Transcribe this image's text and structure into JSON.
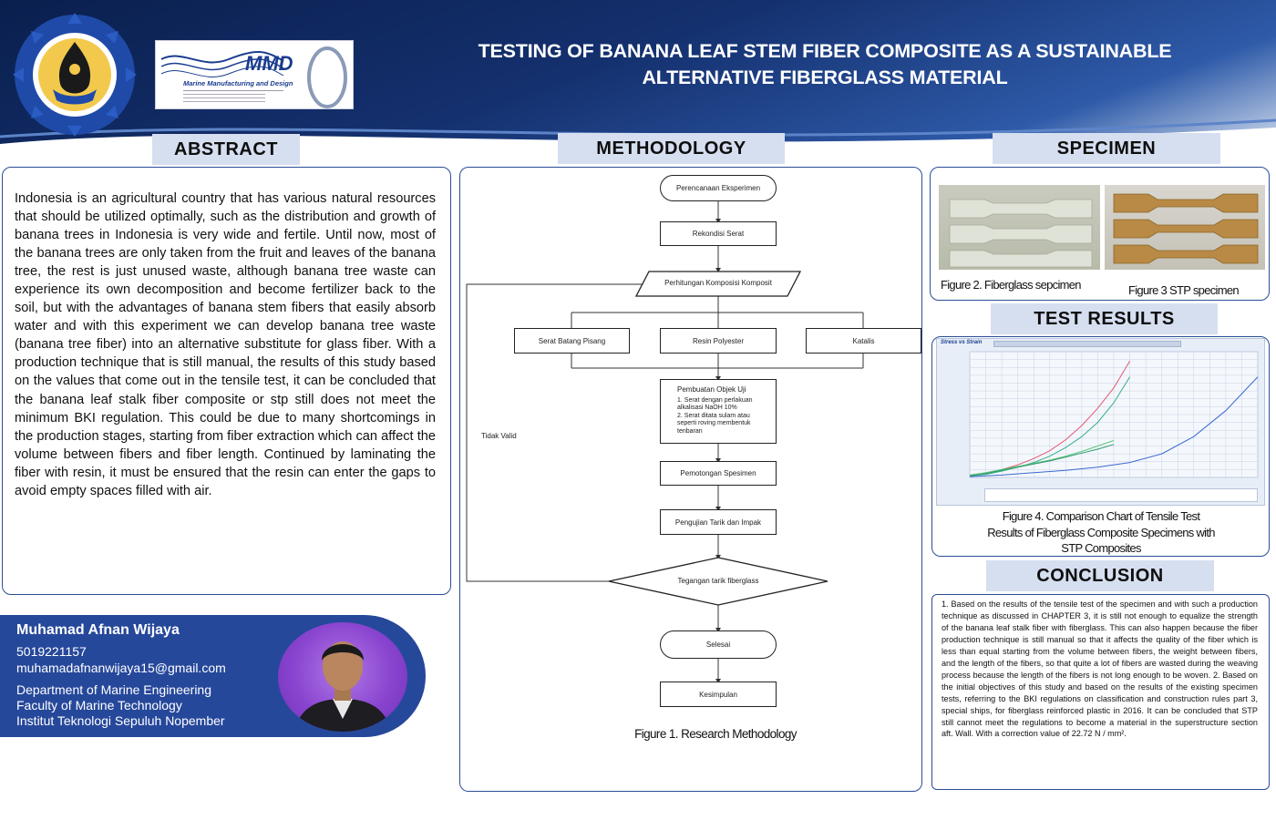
{
  "header": {
    "title_line1": "TESTING OF BANANA LEAF STEM FIBER COMPOSITE AS A SUSTAINABLE",
    "title_line2": "ALTERNATIVE FIBERGLASS MATERIAL",
    "mmd_logo_text": "MMD",
    "mmd_logo_subtitle": "Marine Manufacturing and Design"
  },
  "sections": {
    "abstract": "ABSTRACT",
    "methodology": "METHODOLOGY",
    "specimen": "SPECIMEN",
    "test_results": "TEST RESULTS",
    "conclusion": "CONCLUSION"
  },
  "abstract_text": "Indonesia is an agricultural country that has various natural resources that should be utilized optimally, such as the distribution and growth of banana trees in Indonesia is very wide and fertile. Until now, most of the banana trees are only taken from the fruit and leaves of the banana tree, the rest is just unused waste, although banana tree waste can experience its own decomposition and become fertilizer back to the soil, but with the advantages of banana stem fibers that easily absorb water and with this experiment we can develop banana tree waste (banana tree fiber) into an alternative substitute for glass fiber. With a production technique that is still manual, the results of this study based on the values that come out in the tensile test, it can be concluded that the banana leaf stalk fiber composite or stp still does not meet the minimum BKI regulation. This could be due to many shortcomings in the production stages, starting from fiber extraction which can affect the volume between fibers and fiber length. Continued by laminating the fiber with resin, it must be ensured that the resin can enter the gaps to avoid empty spaces filled with air.",
  "author": {
    "name": "Muhamad Afnan Wijaya",
    "id": "5019221157",
    "email": "muhamadafnanwijaya15@gmail.com",
    "department": "Department of Marine Engineering",
    "faculty": "Faculty of Marine Technology",
    "institute": "Institut Teknologi Sepuluh Nopember"
  },
  "flowchart": {
    "start": "Perencanaan Eksperimen",
    "step1": "Rekondisi Serat",
    "step2": "Perhitungan Komposisi Komposit",
    "branch_a": "Serat Batang Pisang",
    "branch_b": "Resin Polyester",
    "branch_c": "Katalis",
    "step3_title": "Pembuatan Objek Uji",
    "step3_item1": "1. Serat dengan perlakuan alkalisasi NaOH 10%",
    "step3_item2": "2. Serat ditata sulam atau seperti roving membentuk tenbaran",
    "step4": "Pemotongan Spesimen",
    "step5": "Pengujian Tarik dan Impak",
    "decision": "Tegangan tarik fiberglass",
    "loop_label": "Tidak Valid",
    "end": "Selesai",
    "final": "Kesimpulan",
    "caption": "Figure 1. Research Methodology"
  },
  "specimen": {
    "caption_fiberglass": "Figure 2. Fiberglass sepcimen",
    "caption_stp": "Figure 3 STP specimen"
  },
  "test_results": {
    "chart_title": "Stress vs Strain",
    "caption_line1": "Figure 4. Comparison Chart of Tensile Test",
    "caption_line2": "Results of Fiberglass Composite Specimens with",
    "caption_line3": "STP Composites"
  },
  "chart_data": {
    "type": "line",
    "title": "Stress vs Strain",
    "xlabel": "",
    "ylabel": "",
    "xlim": [
      0,
      18
    ],
    "ylim": [
      0,
      160
    ],
    "grid": true,
    "series": [
      {
        "color": "#e05a70",
        "x": [
          0,
          1,
          2,
          3,
          4,
          5,
          6,
          7,
          8,
          9,
          10
        ],
        "values": [
          2,
          5,
          10,
          16,
          24,
          34,
          48,
          66,
          88,
          114,
          148
        ]
      },
      {
        "color": "#35b08a",
        "x": [
          0,
          1,
          2,
          3,
          4,
          5,
          6,
          7,
          8,
          9,
          10
        ],
        "values": [
          2,
          4,
          8,
          13,
          19,
          27,
          38,
          52,
          70,
          95,
          128
        ]
      },
      {
        "color": "#5bc47a",
        "x": [
          0,
          1,
          2,
          3,
          4,
          5,
          6,
          7,
          8,
          9
        ],
        "values": [
          3,
          6,
          10,
          14,
          18,
          22,
          27,
          33,
          40,
          47
        ]
      },
      {
        "color": "#2e9a6a",
        "x": [
          0,
          1,
          2,
          3,
          4,
          5,
          6,
          7,
          8,
          9
        ],
        "values": [
          2,
          5,
          9,
          13,
          17,
          21,
          26,
          31,
          36,
          42
        ]
      },
      {
        "color": "#3a6ad0",
        "x": [
          0,
          2,
          4,
          6,
          8,
          10,
          12,
          14,
          16,
          18
        ],
        "values": [
          1,
          3,
          6,
          9,
          13,
          19,
          30,
          52,
          85,
          128
        ]
      }
    ]
  },
  "conclusion_text": "1. Based on the results of the tensile test of the specimen and with such a production technique as discussed in CHAPTER 3, it is still not enough to equalize the strength of the banana leaf stalk fiber with fiberglass. This can also happen because the fiber production technique is still manual so that it affects the quality of the fiber which is less than equal starting from the volume between fibers, the weight between fibers, and the length of the fibers, so that quite a lot of fibers are wasted during the weaving process because the length of the fibers is not long enough to be woven. 2. Based on the initial objectives of this study and based on the results of the existing specimen tests, referring to the BKI regulations on classification and construction rules part 3, special ships, for fiberglass reinforced plastic in 2016. It can be concluded that STP still cannot meet the regulations to become a material in the superstructure section aft. Wall. With a correction value of 22.72 N / mm².",
  "colors": {
    "navy": "#14306e",
    "panel_border": "#2a4d98",
    "section_head_bg": "#d6dff0",
    "author_bg": "#26489b"
  }
}
